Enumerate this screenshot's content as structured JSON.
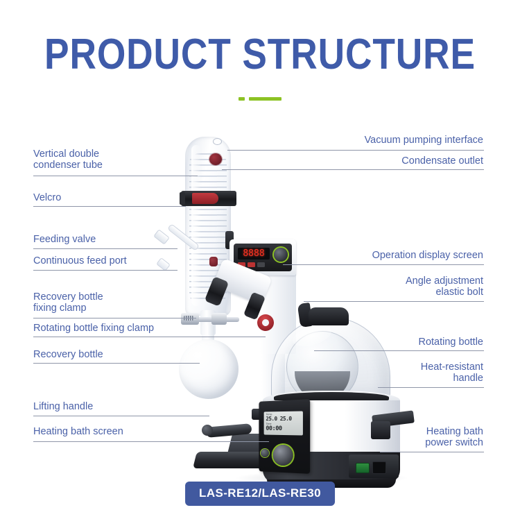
{
  "page": {
    "title": "PRODUCT STRUCTURE",
    "model_badge": "LAS-RE12/LAS-RE30",
    "background_color": "#ffffff",
    "title_color": "#3f5ba9",
    "accent_color": "#8cc224",
    "label_color": "#4a61a8",
    "rule_color": "#8f96a8"
  },
  "callouts": {
    "left": [
      {
        "id": "vertical-double-condenser-tube",
        "label": "Vertical double\ncondenser tube"
      },
      {
        "id": "velcro",
        "label": "Velcro"
      },
      {
        "id": "feeding-valve",
        "label": "Feeding valve"
      },
      {
        "id": "continuous-feed-port",
        "label": "Continuous feed port"
      },
      {
        "id": "recovery-bottle-fixing-clamp",
        "label": "Recovery bottle\nfixing clamp"
      },
      {
        "id": "rotating-bottle-fixing-clamp",
        "label": "Rotating bottle fixing clamp"
      },
      {
        "id": "recovery-bottle",
        "label": "Recovery bottle"
      },
      {
        "id": "lifting-handle",
        "label": "Lifting handle"
      },
      {
        "id": "heating-bath-screen",
        "label": "Heating bath screen"
      }
    ],
    "right": [
      {
        "id": "vacuum-pumping-interface",
        "label": "Vacuum pumping interface"
      },
      {
        "id": "condensate-outlet",
        "label": "Condensate outlet"
      },
      {
        "id": "operation-display-screen",
        "label": "Operation display screen"
      },
      {
        "id": "angle-adjustment-elastic-bolt",
        "label": "Angle adjustment\nelastic bolt"
      },
      {
        "id": "rotating-bottle",
        "label": "Rotating bottle"
      },
      {
        "id": "heat-resistant-handle",
        "label": "Heat-resistant\nhandle"
      },
      {
        "id": "heating-bath-power-switch",
        "label": "Heating bath\npower switch"
      }
    ]
  },
  "product": {
    "operation_display": {
      "digits": "8888",
      "knob_ring_color": "#8cc224"
    },
    "heating_bath_screen": {
      "temp_set": "25.0",
      "temp_actual": "25.0",
      "timer": "00:00",
      "label_temp": "Temp",
      "label_time": "Time",
      "knob_ring_color": "#8cc224"
    }
  }
}
